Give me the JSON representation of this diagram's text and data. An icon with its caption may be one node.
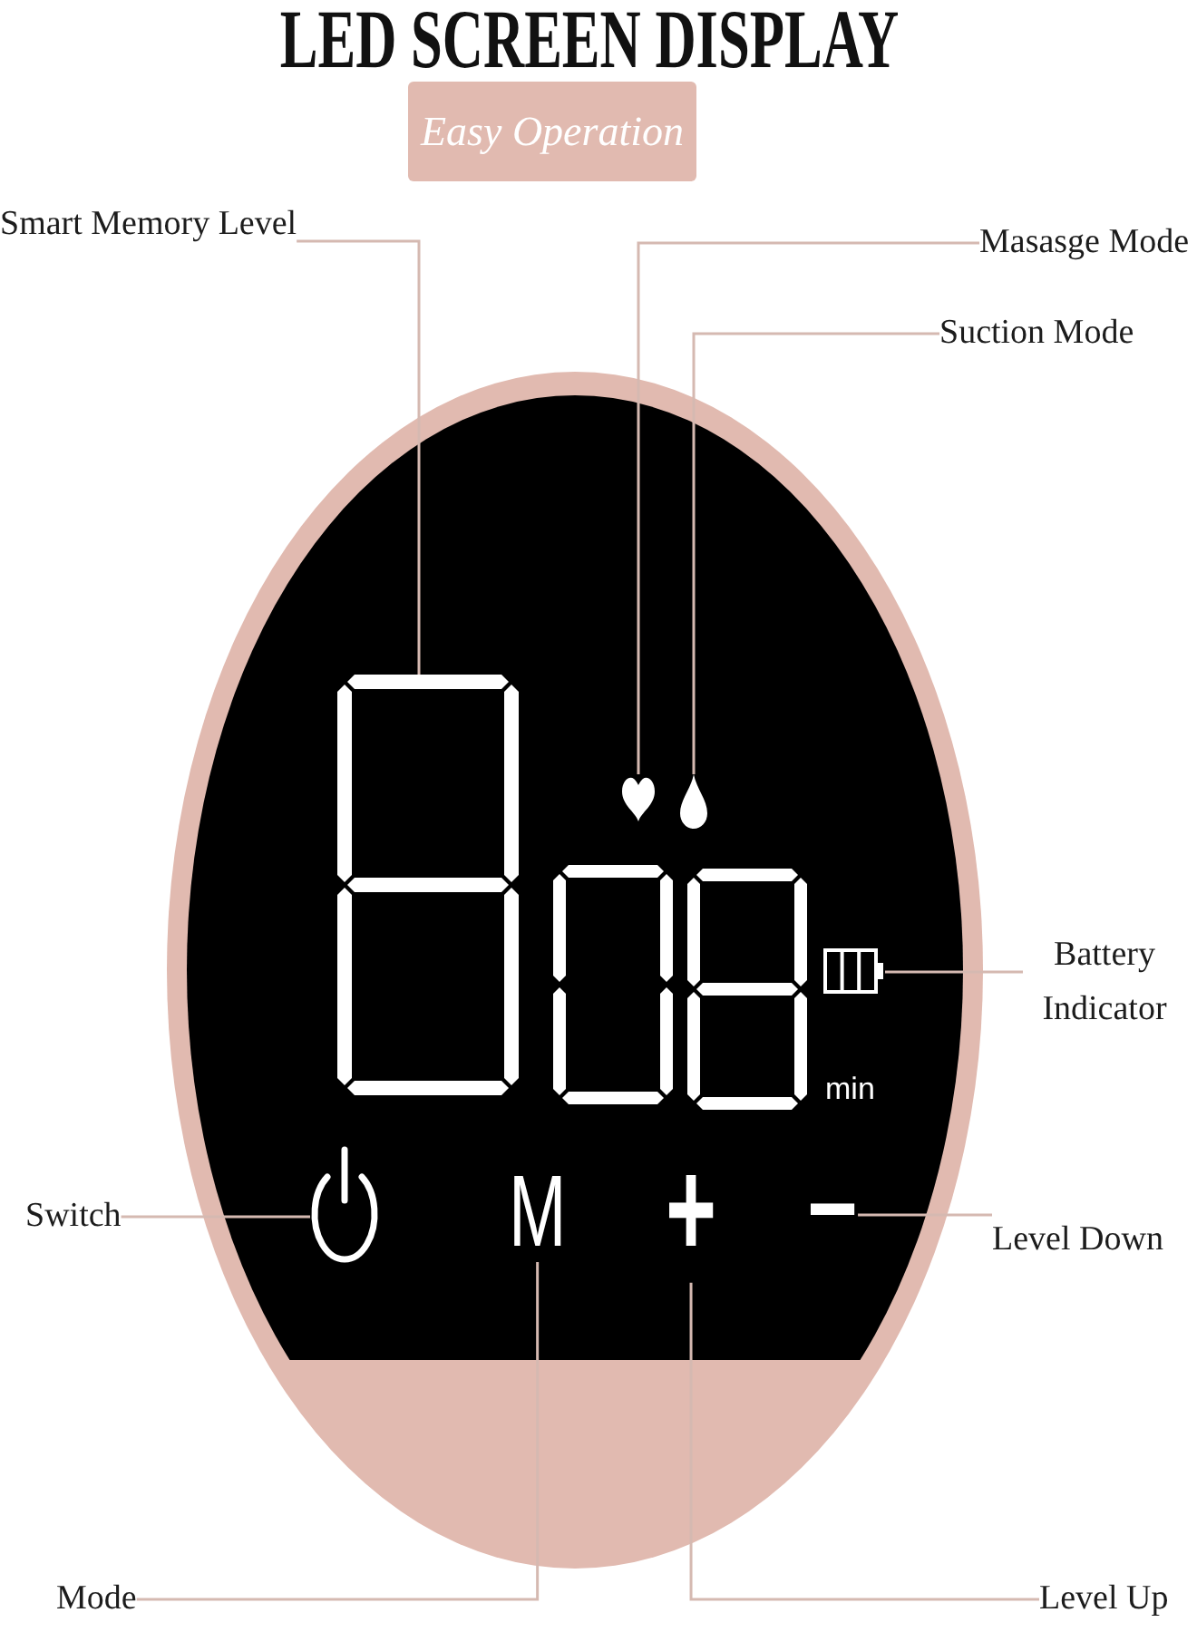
{
  "diagram": {
    "title": "LED SCREEN DISPLAY",
    "nodes": [
      {
        "text": [
          "Easy Operation"
        ]
      },
      {
        "text": [
          "Smart Memory Level"
        ]
      },
      {
        "text": [
          "Masasge Mode"
        ]
      },
      {
        "text": [
          "Suction Mode"
        ]
      },
      {
        "text": [],
        "shape": "picture"
      },
      {
        "text": [],
        "shape": "picture"
      },
      {
        "text": [],
        "shape": "picture"
      },
      {
        "text": [],
        "shape": "picture"
      },
      {
        "text": [
          "Battery Indicator"
        ]
      },
      {
        "text": [
          "Switch"
        ]
      },
      {
        "text": [],
        "shape": "picture"
      },
      {
        "text": [
          "M"
        ]
      },
      {
        "text": [
          "+"
        ]
      },
      {
        "text": [
          "−"
        ]
      },
      {
        "text": [
          "Level Down"
        ]
      },
      {
        "text": [
          "Mode"
        ]
      },
      {
        "text": [
          "Level Up"
        ]
      }
    ],
    "edges": [
      {
        "from": 1,
        "to": 4,
        "arrow": "none"
      },
      {
        "from": 2,
        "to": 5,
        "arrow": "none"
      },
      {
        "from": 3,
        "to": 6,
        "arrow": "none"
      },
      {
        "from": 8,
        "to": 7,
        "arrow": "none"
      },
      {
        "from": 9,
        "to": 10,
        "arrow": "none"
      },
      {
        "from": 14,
        "to": 13,
        "arrow": "none"
      },
      {
        "from": 15,
        "to": 11,
        "arrow": "none"
      },
      {
        "from": 16,
        "to": 12,
        "arrow": "none"
      }
    ],
    "labels": [
      "min"
    ]
  }
}
